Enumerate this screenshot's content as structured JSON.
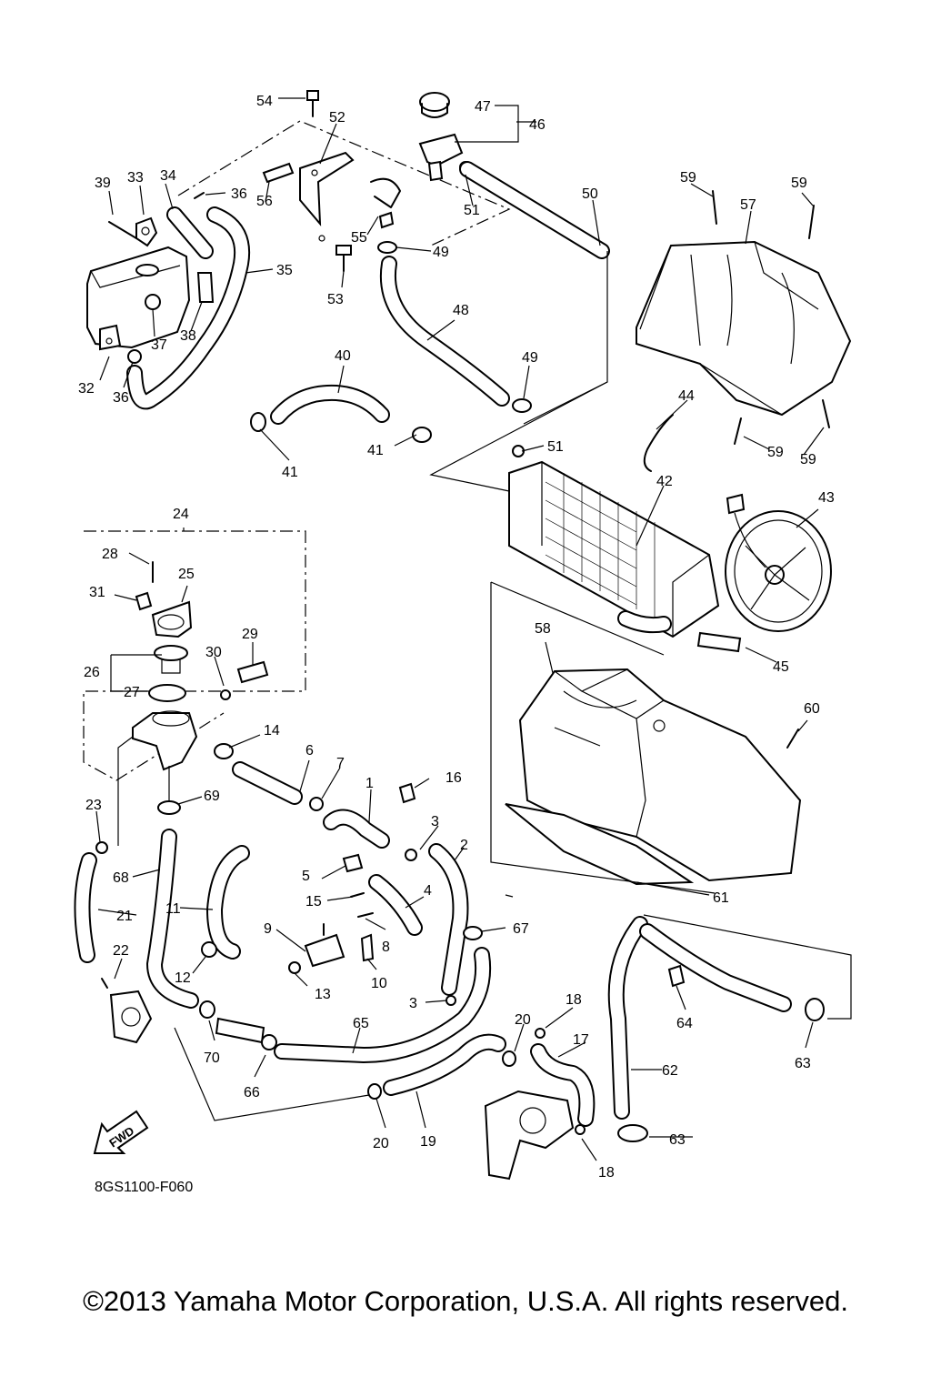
{
  "diagram": {
    "drawing_code": "8GS1100-F060",
    "fwd_label": "FWD",
    "copyright": "©2013 Yamaha Motor Corporation, U.S.A. All rights reserved.",
    "callouts": [
      {
        "id": "c1",
        "label": "1"
      },
      {
        "id": "c2",
        "label": "2"
      },
      {
        "id": "c3a",
        "label": "3"
      },
      {
        "id": "c3b",
        "label": "3"
      },
      {
        "id": "c4",
        "label": "4"
      },
      {
        "id": "c5",
        "label": "5"
      },
      {
        "id": "c6",
        "label": "6"
      },
      {
        "id": "c7",
        "label": "7"
      },
      {
        "id": "c8",
        "label": "8"
      },
      {
        "id": "c9",
        "label": "9"
      },
      {
        "id": "c10",
        "label": "10"
      },
      {
        "id": "c11",
        "label": "11"
      },
      {
        "id": "c12",
        "label": "12"
      },
      {
        "id": "c13",
        "label": "13"
      },
      {
        "id": "c14",
        "label": "14"
      },
      {
        "id": "c15",
        "label": "15"
      },
      {
        "id": "c16",
        "label": "16"
      },
      {
        "id": "c17",
        "label": "17"
      },
      {
        "id": "c18a",
        "label": "18"
      },
      {
        "id": "c18b",
        "label": "18"
      },
      {
        "id": "c19",
        "label": "19"
      },
      {
        "id": "c20a",
        "label": "20"
      },
      {
        "id": "c20b",
        "label": "20"
      },
      {
        "id": "c21",
        "label": "21"
      },
      {
        "id": "c22",
        "label": "22"
      },
      {
        "id": "c23",
        "label": "23"
      },
      {
        "id": "c24",
        "label": "24"
      },
      {
        "id": "c25",
        "label": "25"
      },
      {
        "id": "c26",
        "label": "26"
      },
      {
        "id": "c27",
        "label": "27"
      },
      {
        "id": "c28",
        "label": "28"
      },
      {
        "id": "c29",
        "label": "29"
      },
      {
        "id": "c30",
        "label": "30"
      },
      {
        "id": "c31",
        "label": "31"
      },
      {
        "id": "c32",
        "label": "32"
      },
      {
        "id": "c33",
        "label": "33"
      },
      {
        "id": "c34",
        "label": "34"
      },
      {
        "id": "c35",
        "label": "35"
      },
      {
        "id": "c36a",
        "label": "36"
      },
      {
        "id": "c36b",
        "label": "36"
      },
      {
        "id": "c37",
        "label": "37"
      },
      {
        "id": "c38",
        "label": "38"
      },
      {
        "id": "c39",
        "label": "39"
      },
      {
        "id": "c40",
        "label": "40"
      },
      {
        "id": "c41a",
        "label": "41"
      },
      {
        "id": "c41b",
        "label": "41"
      },
      {
        "id": "c42",
        "label": "42"
      },
      {
        "id": "c43",
        "label": "43"
      },
      {
        "id": "c44",
        "label": "44"
      },
      {
        "id": "c45",
        "label": "45"
      },
      {
        "id": "c46",
        "label": "46"
      },
      {
        "id": "c47",
        "label": "47"
      },
      {
        "id": "c48",
        "label": "48"
      },
      {
        "id": "c49a",
        "label": "49"
      },
      {
        "id": "c49b",
        "label": "49"
      },
      {
        "id": "c50",
        "label": "50"
      },
      {
        "id": "c51a",
        "label": "51"
      },
      {
        "id": "c51b",
        "label": "51"
      },
      {
        "id": "c52",
        "label": "52"
      },
      {
        "id": "c53",
        "label": "53"
      },
      {
        "id": "c54",
        "label": "54"
      },
      {
        "id": "c55",
        "label": "55"
      },
      {
        "id": "c56",
        "label": "56"
      },
      {
        "id": "c57",
        "label": "57"
      },
      {
        "id": "c58",
        "label": "58"
      },
      {
        "id": "c59a",
        "label": "59"
      },
      {
        "id": "c59b",
        "label": "59"
      },
      {
        "id": "c59c",
        "label": "59"
      },
      {
        "id": "c59d",
        "label": "59"
      },
      {
        "id": "c60",
        "label": "60"
      },
      {
        "id": "c61",
        "label": "61"
      },
      {
        "id": "c62",
        "label": "62"
      },
      {
        "id": "c63a",
        "label": "63"
      },
      {
        "id": "c63b",
        "label": "63"
      },
      {
        "id": "c64",
        "label": "64"
      },
      {
        "id": "c65",
        "label": "65"
      },
      {
        "id": "c66",
        "label": "66"
      },
      {
        "id": "c67",
        "label": "67"
      },
      {
        "id": "c68",
        "label": "68"
      },
      {
        "id": "c69",
        "label": "69"
      },
      {
        "id": "c70",
        "label": "70"
      }
    ]
  }
}
